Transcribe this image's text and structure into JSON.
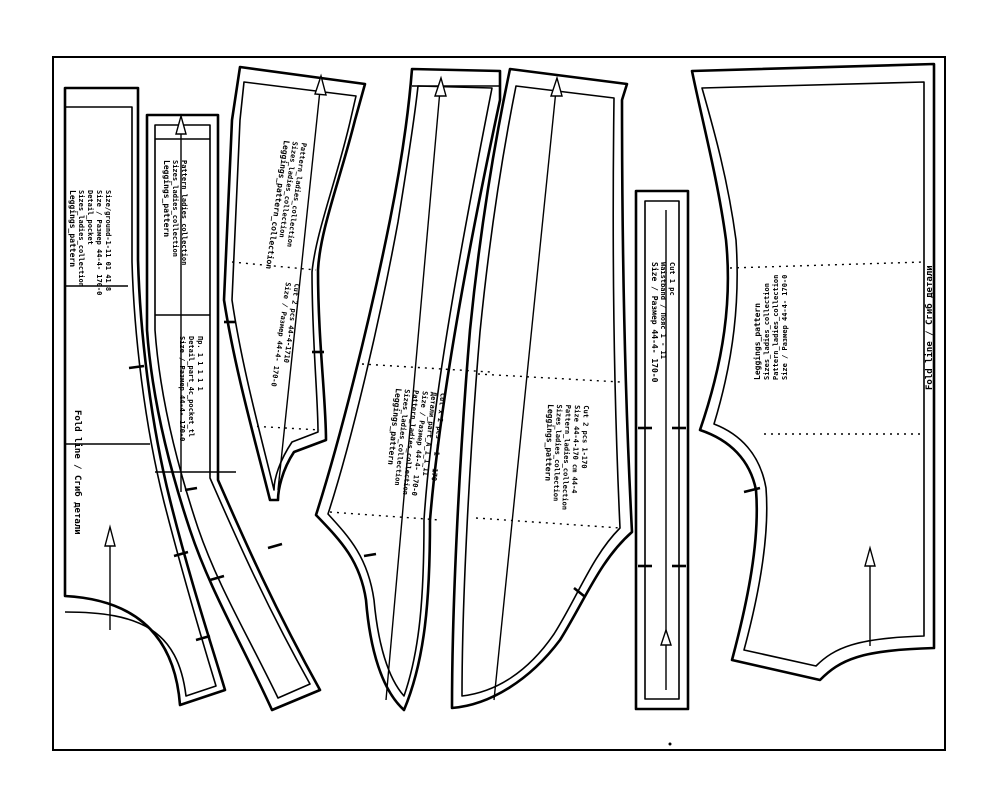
{
  "pieces": {
    "front_pocket": {
      "lines": [
        "Leggings_pattern",
        "Sizes_ladies_collection",
        "Detail_pocket",
        "Size / Размер 44-4- 170-0",
        "Size/ground-1-11 01 41 8"
      ]
    },
    "side_panel": {
      "lines": [
        "Leggings_pattern",
        "Sizes_ladies_collection",
        "Pattern_ladies_collection",
        "Size / Размер 44-4- 170-0",
        "Detail_part_4c_pocket_tl",
        "Пр. 1 1 1 1 1"
      ]
    },
    "back_yoke": {
      "lines": [
        "Leggings_pattern_collection",
        "Sizes_ladies_collection",
        "Pattern_ladies_collection",
        "Size / Размер 44-4- 170-0",
        "Cut 2 pcs 44-4-1710"
      ]
    },
    "back_leg": {
      "lines": [
        "Leggings_pattern",
        "Sizes_ladies_collection",
        "Pattern_ladies_collection",
        "Size / Размер 44-4- 170-0",
        "Детали_part_A_1_1_11",
        "Cut x 2 pcs - 1 - 170"
      ]
    },
    "front_leg": {
      "lines": [
        "Leggings_pattern",
        "Sizes_ladies_collection",
        "Pattern_ladies_collection",
        "Size 44-4-170 cm 44-4",
        "Cut 2 pcs 1-170"
      ]
    },
    "waistband": {
      "lines": [
        "Size / Размер 44-4- 170-0",
        "Waistband / Пояс 1 - 11",
        "Cut 1 pc"
      ]
    },
    "front_half": {
      "lines": [
        "Leggings_pattern",
        "Sizes_ladies_collection",
        "Pattern_ladies_collection",
        "Size / Размер 44-4- 170-0"
      ],
      "fold": "Fold line / Сгиб детали"
    },
    "left_half": {
      "fold": "Fold line / Сгиб детали"
    }
  }
}
